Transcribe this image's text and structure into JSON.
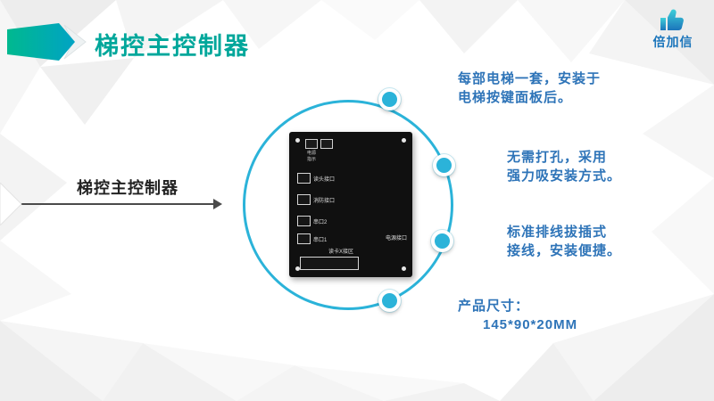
{
  "slide": {
    "header": {
      "title": "梯控主控制器"
    },
    "logo": {
      "brand": "倍加信",
      "icon": "thumbs-up-icon"
    },
    "left_label": "梯控主控制器",
    "features": [
      {
        "lines": [
          "每部电梯一套，安装于",
          "电梯按键面板后。"
        ]
      },
      {
        "lines": [
          "无需打孔，采用",
          "强力吸安装方式。"
        ]
      },
      {
        "lines": [
          "标准排线拔插式",
          "接线，安装便捷。"
        ]
      },
      {
        "lines": [
          "产品尺寸：",
          "145*90*20MM"
        ]
      }
    ],
    "board": {
      "top_labels": [
        "电源",
        "指示"
      ],
      "connector_labels": [
        "读头接口",
        "消防接口",
        "串口2",
        "串口1"
      ],
      "bottom_labels": [
        "读卡X接区",
        "电源接口"
      ]
    },
    "colors": {
      "accent_teal": "#00a79b",
      "circle_blue": "#2bb3d9",
      "feature_blue": "#2e74b8",
      "logo_blue": "#1b75bb"
    }
  }
}
